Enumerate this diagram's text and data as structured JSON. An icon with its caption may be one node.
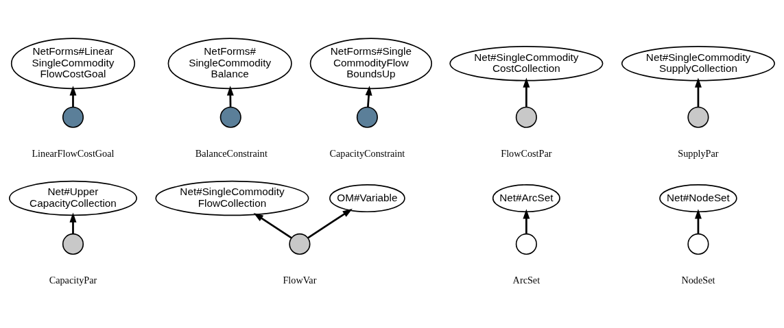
{
  "diagram": {
    "nodes": [
      {
        "text": [
          "NetForms#Linear SingleCommodity FlowCostGoal"
        ]
      },
      {
        "text": [
          "NetForms# SingleCommodity Balance"
        ]
      },
      {
        "text": [
          "NetForms#Single CommodityFlow BoundsUp"
        ]
      },
      {
        "text": [
          "Net#SingleCommodity CostCollection"
        ]
      },
      {
        "text": [
          "Net#SingleCommodity SupplyCollection"
        ]
      },
      {
        "text": [],
        "shape": "circle",
        "beside": [
          "LinearFlowCostGoal"
        ]
      },
      {
        "text": [],
        "shape": "circle",
        "beside": [
          "BalanceConstraint"
        ]
      },
      {
        "text": [],
        "shape": "circle",
        "beside": [
          "CapacityConstraint"
        ]
      },
      {
        "text": [],
        "shape": "circle",
        "beside": [
          "FlowCostPar"
        ]
      },
      {
        "text": [],
        "shape": "circle",
        "beside": [
          "SupplyPar"
        ]
      },
      {
        "text": [
          "Net#Upper CapacityCollection"
        ]
      },
      {
        "text": [
          "Net#SingleCommodity FlowCollection"
        ]
      },
      {
        "text": [
          "OM#Variable"
        ]
      },
      {
        "text": [
          "Net#ArcSet"
        ]
      },
      {
        "text": [
          "Net#NodeSet"
        ]
      },
      {
        "text": [],
        "shape": "circle",
        "beside": [
          "CapacityPar"
        ]
      },
      {
        "text": [],
        "shape": "circle",
        "beside": [
          "FlowVar"
        ]
      },
      {
        "text": [],
        "shape": "circle",
        "beside": [
          "ArcSet"
        ]
      },
      {
        "text": [],
        "shape": "circle",
        "beside": [
          "NodeSet"
        ]
      }
    ],
    "edges": [
      {
        "from": 5,
        "to": 0,
        "arrow": "to"
      },
      {
        "from": 6,
        "to": 1,
        "arrow": "to"
      },
      {
        "from": 7,
        "to": 2,
        "arrow": "to"
      },
      {
        "from": 8,
        "to": 3,
        "arrow": "to"
      },
      {
        "from": 9,
        "to": 4,
        "arrow": "to"
      },
      {
        "from": 15,
        "to": 10,
        "arrow": "to"
      },
      {
        "from": 16,
        "to": 11,
        "arrow": "to"
      },
      {
        "from": 16,
        "to": 12,
        "arrow": "to"
      },
      {
        "from": 17,
        "to": 13,
        "arrow": "to"
      },
      {
        "from": 18,
        "to": 14,
        "arrow": "to"
      }
    ]
  }
}
